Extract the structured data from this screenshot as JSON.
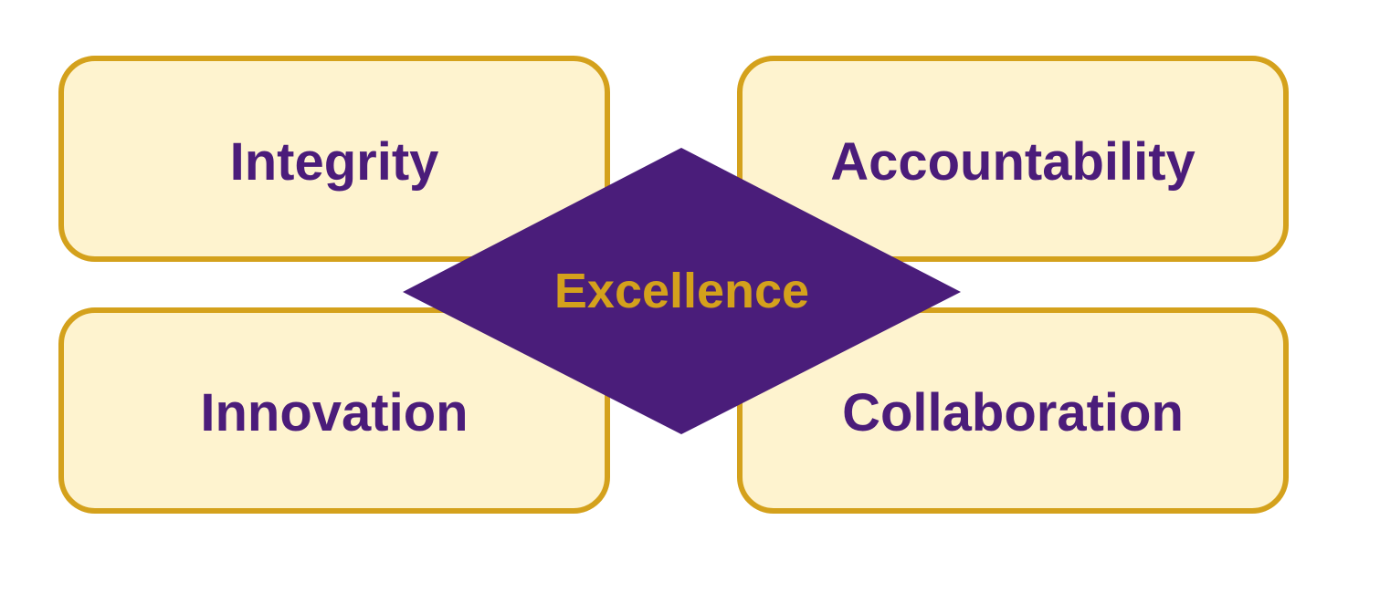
{
  "values": {
    "top_left": "Integrity",
    "top_right": "Accountability",
    "bottom_left": "Innovation",
    "bottom_right": "Collaboration",
    "center": "Excellence"
  },
  "colors": {
    "box_fill": "#FEF3CF",
    "box_border": "#D4A11C",
    "text_purple": "#4B1C7A",
    "diamond_fill": "#4A1D7A",
    "center_text": "#D4A11C"
  }
}
